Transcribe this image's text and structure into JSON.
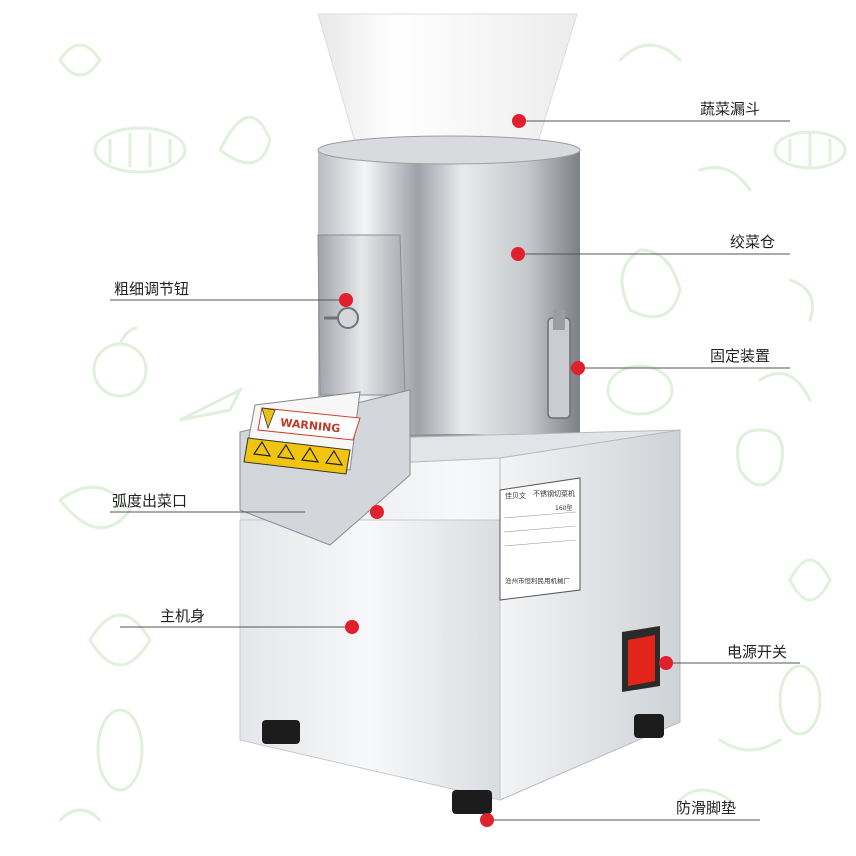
{
  "callouts": {
    "hopper": "蔬菜漏斗",
    "chamber": "绞菜仓",
    "knob": "粗细调节钮",
    "clamp": "固定装置",
    "outlet": "弧度出菜口",
    "body": "主机身",
    "switch": "电源开关",
    "feet": "防滑脚垫"
  },
  "machine": {
    "warning_text": "WARNING",
    "plate_brand": "佳贝文",
    "plate_title": "不锈钢切菜机",
    "plate_model": "160型",
    "plate_maker": "沧州市恒利民用机械厂"
  },
  "colors": {
    "dot": "#e0202c",
    "line": "#555555",
    "doodle": "#a8d6a0",
    "steel_light": "#f1f2f4",
    "steel_dark": "#8a8d92",
    "switch": "#e2241b"
  },
  "icons": {
    "decor": "vegetable-doodle-icon",
    "warning": "warning-triangle-icon"
  }
}
